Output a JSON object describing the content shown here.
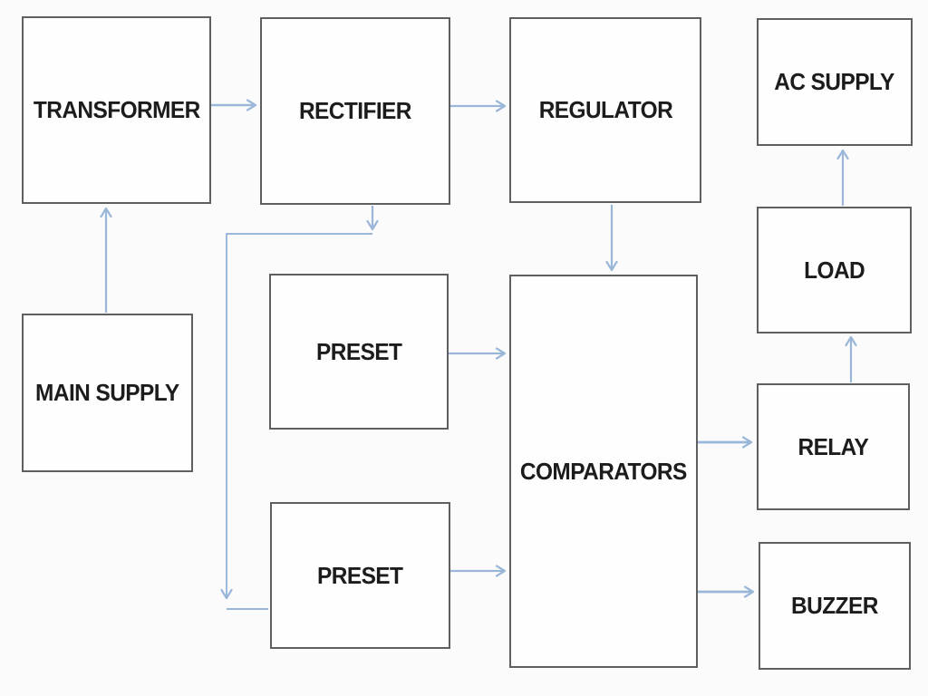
{
  "diagram": {
    "background_color": "#fbfbfb",
    "connector_color": "#9ab6d8",
    "node_border_color": "#5f5f5f",
    "node_fill_color": "#fefefe",
    "label_color": "#1c1c1c",
    "nodes": [
      {
        "id": "transformer",
        "label": "TRANSFORMER"
      },
      {
        "id": "rectifier",
        "label": "RECTIFIER"
      },
      {
        "id": "regulator",
        "label": "REGULATOR"
      },
      {
        "id": "ac-supply",
        "label": "AC SUPPLY"
      },
      {
        "id": "main-supply",
        "label": "MAIN SUPPLY"
      },
      {
        "id": "preset-upper",
        "label": "PRESET"
      },
      {
        "id": "preset-lower",
        "label": "PRESET"
      },
      {
        "id": "comparators",
        "label": "COMPARATORS"
      },
      {
        "id": "load",
        "label": "LOAD"
      },
      {
        "id": "relay",
        "label": "RELAY"
      },
      {
        "id": "buzzer",
        "label": "BUZZER"
      }
    ],
    "edges": [
      {
        "from": "main-supply",
        "to": "transformer"
      },
      {
        "from": "transformer",
        "to": "rectifier"
      },
      {
        "from": "rectifier",
        "to": "regulator"
      },
      {
        "from": "rectifier",
        "to": "preset-lower"
      },
      {
        "from": "regulator",
        "to": "comparators"
      },
      {
        "from": "preset-upper",
        "to": "comparators"
      },
      {
        "from": "preset-lower",
        "to": "comparators"
      },
      {
        "from": "comparators",
        "to": "relay"
      },
      {
        "from": "comparators",
        "to": "buzzer"
      },
      {
        "from": "relay",
        "to": "load"
      },
      {
        "from": "load",
        "to": "ac-supply"
      }
    ]
  }
}
